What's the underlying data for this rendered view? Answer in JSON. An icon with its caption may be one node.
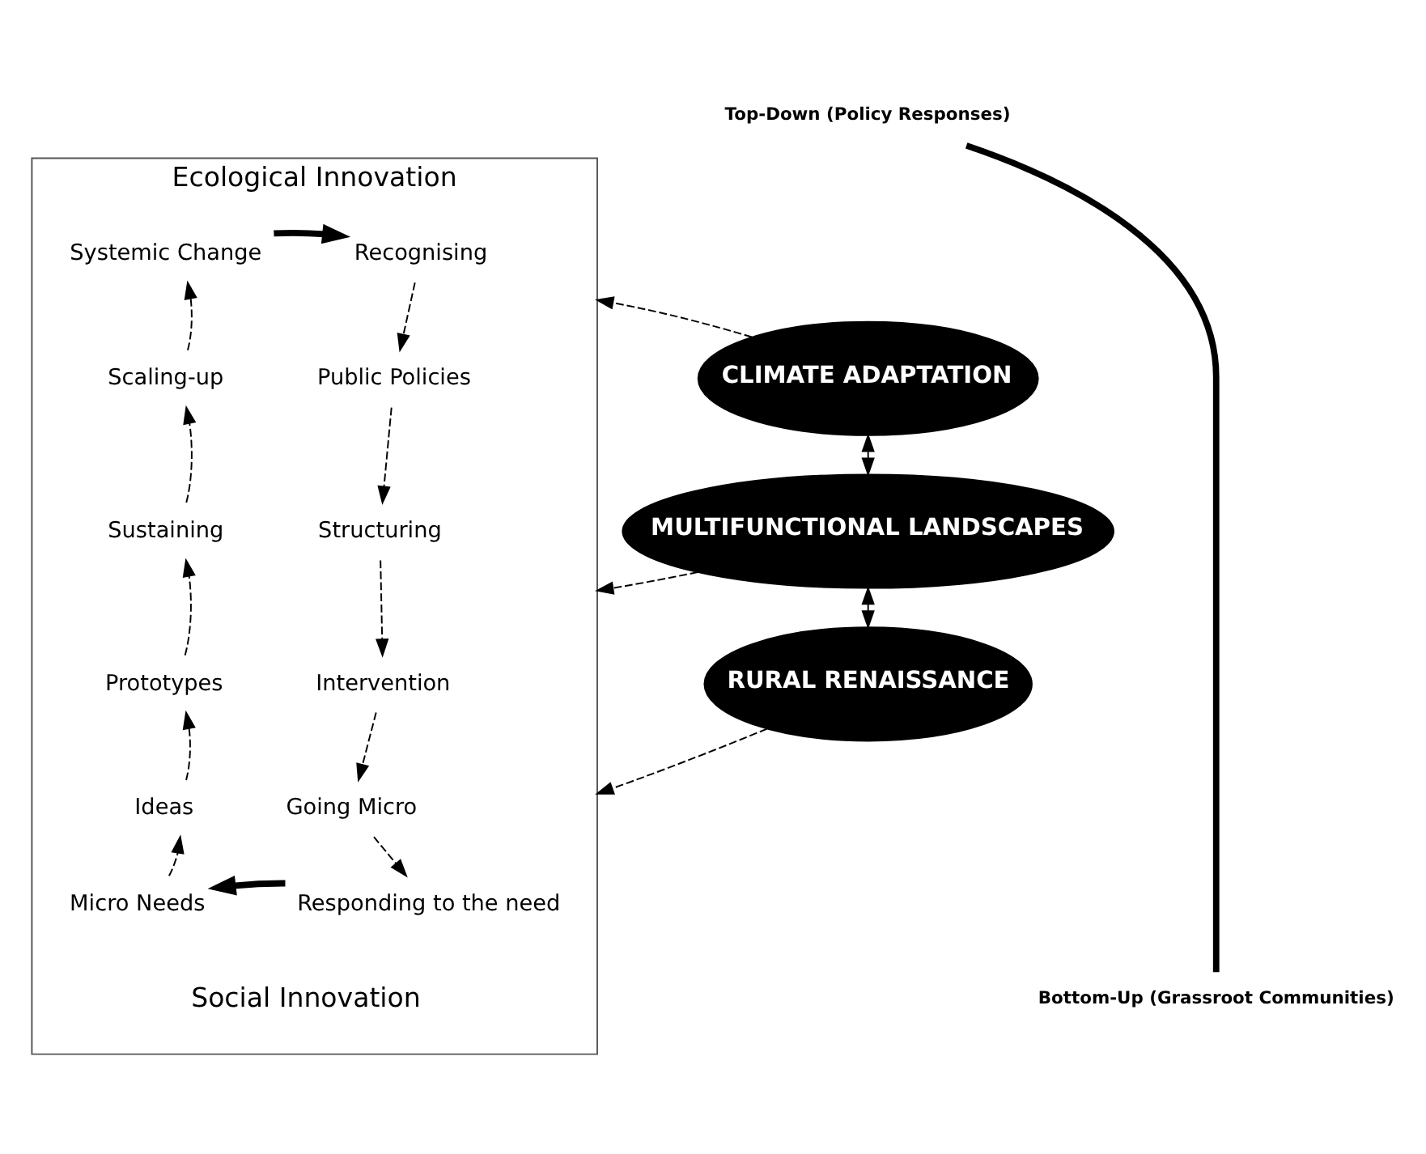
{
  "diagram": {
    "nodes": [
      {
        "text": [
          "CLIMATE ADAPTATION"
        ]
      },
      {
        "text": [
          "MULTIFUNCTIONAL LANDSCAPES"
        ]
      },
      {
        "text": [
          "RURAL RENAISSANCE"
        ]
      },
      {
        "text": [
          "Top-Down (Policy Responses)"
        ]
      },
      {
        "text": [
          "Bottom-Up (Grassroot Communities)"
        ]
      },
      {
        "text": [
          "Ecological Innovation",
          "Social Innovation"
        ]
      },
      {
        "text": [
          "Systemic Change"
        ],
        "in": 5
      },
      {
        "text": [
          "Recognising"
        ],
        "in": 5
      },
      {
        "text": [
          "Scaling-up"
        ],
        "in": 5
      },
      {
        "text": [
          "Public Policies"
        ],
        "in": 5
      },
      {
        "text": [
          "Sustaining"
        ],
        "in": 5
      },
      {
        "text": [
          "Structuring"
        ],
        "in": 5
      },
      {
        "text": [
          "Prototypes"
        ],
        "in": 5
      },
      {
        "text": [
          "Intervention"
        ],
        "in": 5
      },
      {
        "text": [
          "Ideas"
        ],
        "in": 5
      },
      {
        "text": [
          "Going Micro"
        ],
        "in": 5
      },
      {
        "text": [
          "Micro Needs"
        ],
        "in": 5
      },
      {
        "text": [
          "Responding to the need"
        ],
        "in": 5
      }
    ],
    "edges": [
      {
        "from": 0,
        "to": 1,
        "arrow": "both"
      },
      {
        "from": 1,
        "to": 2,
        "arrow": "both"
      },
      {
        "from": 3,
        "to": 4,
        "arrow": "none",
        "style": "thick"
      },
      {
        "from": 0,
        "to": 5,
        "arrow": "to",
        "style": "dashed"
      },
      {
        "from": 1,
        "to": 5,
        "arrow": "to",
        "style": "dashed"
      },
      {
        "from": 2,
        "to": 5,
        "arrow": "to",
        "style": "dashed"
      },
      {
        "from": 16,
        "to": 14,
        "arrow": "to",
        "style": "dashed"
      },
      {
        "from": 14,
        "to": 12,
        "arrow": "to",
        "style": "dashed"
      },
      {
        "from": 12,
        "to": 10,
        "arrow": "to",
        "style": "dashed"
      },
      {
        "from": 10,
        "to": 8,
        "arrow": "to",
        "style": "dashed"
      },
      {
        "from": 8,
        "to": 6,
        "arrow": "to",
        "style": "dashed"
      },
      {
        "from": 6,
        "to": 7,
        "arrow": "to",
        "style": "thick"
      },
      {
        "from": 7,
        "to": 9,
        "arrow": "to",
        "style": "dashed"
      },
      {
        "from": 9,
        "to": 11,
        "arrow": "to",
        "style": "dashed"
      },
      {
        "from": 11,
        "to": 13,
        "arrow": "to",
        "style": "dashed"
      },
      {
        "from": 13,
        "to": 15,
        "arrow": "to",
        "style": "dashed"
      },
      {
        "from": 15,
        "to": 17,
        "arrow": "to",
        "style": "dashed"
      },
      {
        "from": 17,
        "to": 16,
        "arrow": "to",
        "style": "thick"
      }
    ]
  }
}
